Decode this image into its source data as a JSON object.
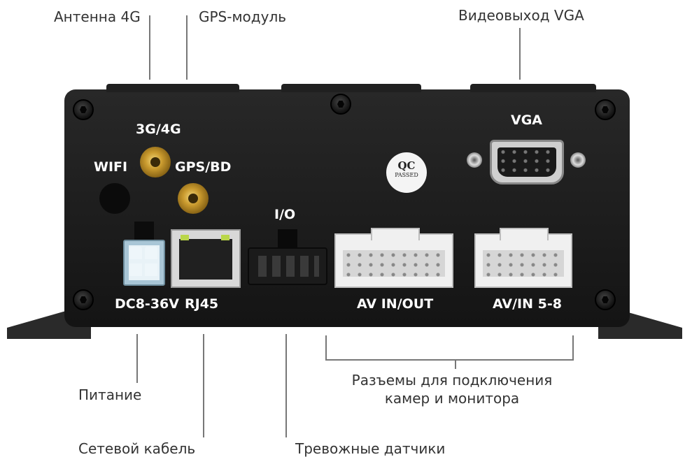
{
  "callouts": {
    "antenna_4g": "Антенна 4G",
    "gps_module": "GPS-модуль",
    "vga_out": "Видеовыход VGA",
    "power": "Питание",
    "network_cable": "Сетевой кабель",
    "alarm_sensors": "Тревожные датчики",
    "camera_connectors_line1": "Разъемы для подключения",
    "camera_connectors_line2": "камер и монитора"
  },
  "panel_labels": {
    "g34": "3G/4G",
    "wifi": "WIFI",
    "gps_bd": "GPS/BD",
    "vga": "VGA",
    "io": "I/O",
    "dc": "DC8-36V",
    "rj45": "RJ45",
    "av_in_out": "AV IN/OUT",
    "av_in_58": "AV/IN 5-8"
  },
  "qc_badge": {
    "main": "QC",
    "sub": "PASSED"
  },
  "colors": {
    "panel": "#1c1c1c",
    "label_text": "#ffffff",
    "antenna_gold": "#c99a2e",
    "leader_line": "#777777"
  }
}
